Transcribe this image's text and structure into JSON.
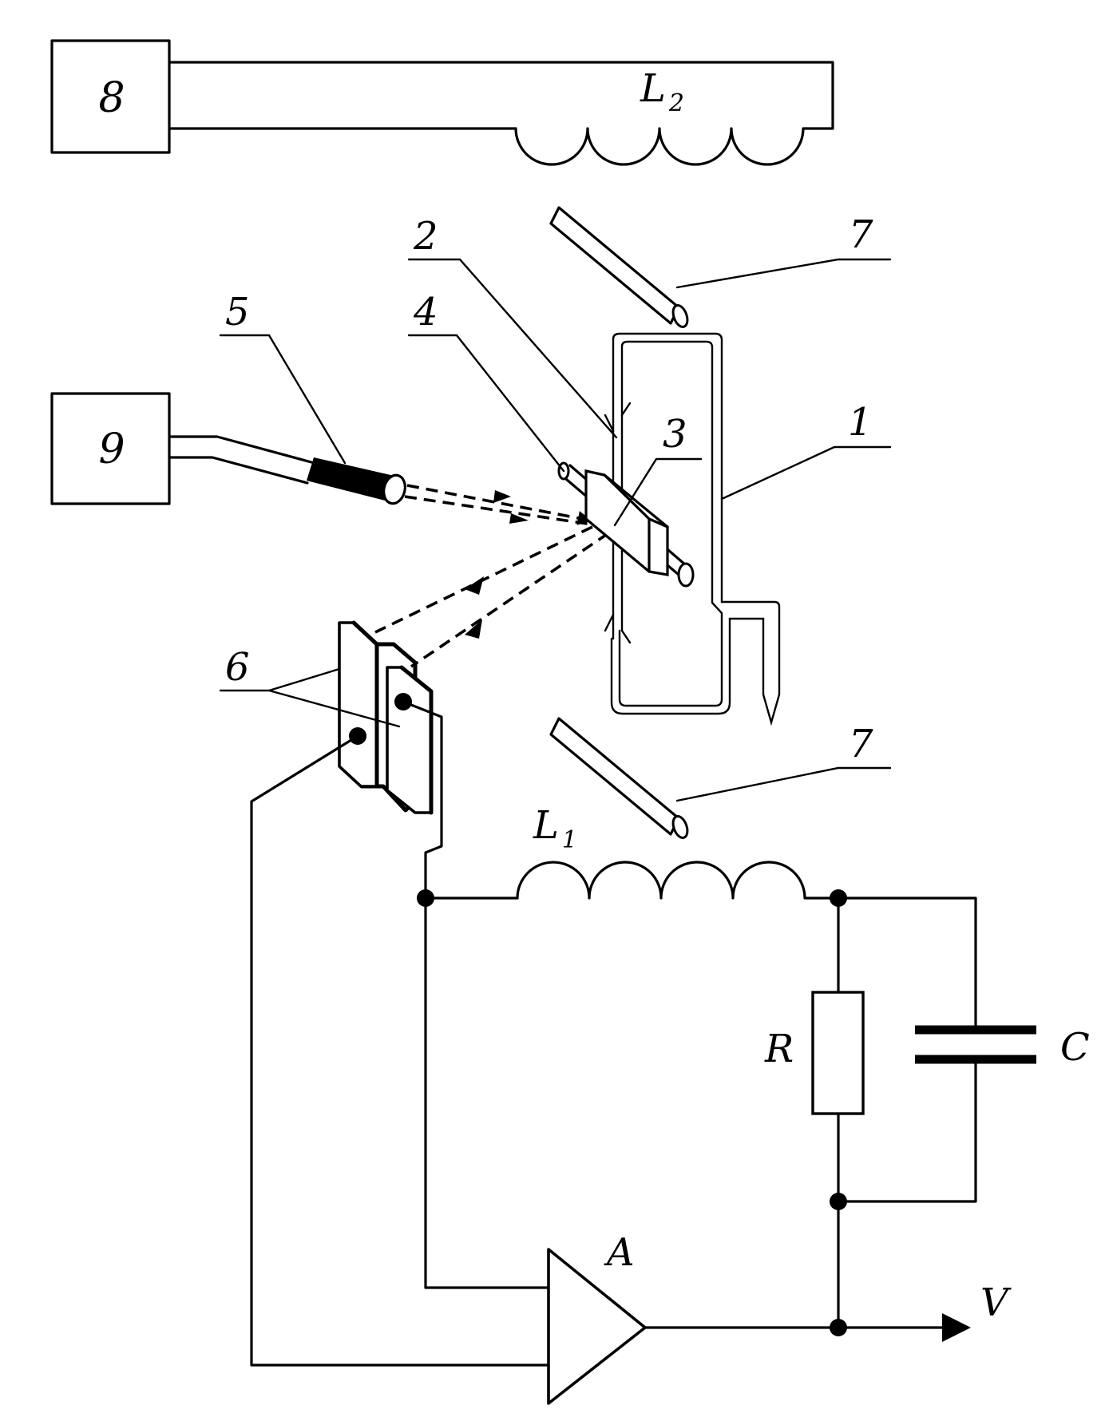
{
  "labels": {
    "box8": "8",
    "box9": "9",
    "coil_top": "L",
    "coil_top_sub": "2",
    "coil_bottom": "L",
    "coil_bottom_sub": "1",
    "n1": "1",
    "n2": "2",
    "n3": "3",
    "n4": "4",
    "n5": "5",
    "n6": "6",
    "n7a": "7",
    "n7b": "7",
    "resistor": "R",
    "capacitor": "C",
    "amplifier": "A",
    "output": "V"
  }
}
